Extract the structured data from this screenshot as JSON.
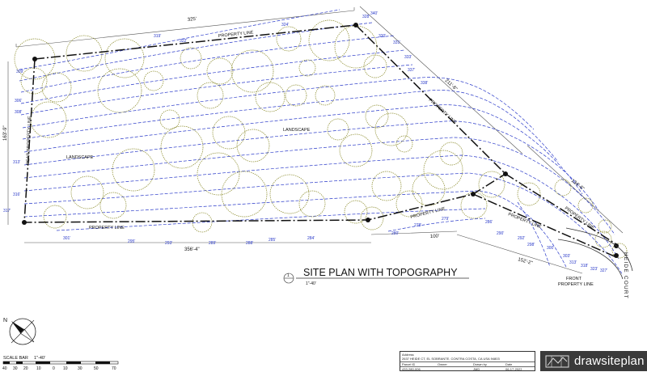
{
  "plan": {
    "dimensions": {
      "top": "325'",
      "right_upper": "211'-6\"",
      "left": "163'-9\"",
      "bottom": "356'-4\"",
      "lower_mid": "100'",
      "right_lower": "134'-6\"",
      "front": "152'-2\""
    },
    "labels": {
      "property_line": "PROPERTY LINE",
      "rear_property_line": "REAR PROPERTY LINE",
      "landscape": "LANDSCAPE",
      "front_property_line_1": "FRONT",
      "front_property_line_2": "PROPERTY LINE",
      "street": "HEIDE COURT"
    },
    "contours_top": [
      "309'",
      "306'",
      "308'",
      "313'",
      "316'",
      "317'",
      "319'",
      "322'",
      "324'",
      "328'",
      "330'",
      "331'",
      "333'",
      "337'",
      "338'",
      "340'"
    ],
    "contours_bottom": [
      "301'",
      "295'",
      "293'",
      "289'",
      "288'",
      "285'",
      "284'",
      "280'",
      "278'",
      "279'",
      "286'",
      "290'",
      "292'",
      "298'",
      "300'",
      "303'",
      "313'",
      "318'",
      "323'",
      "327'"
    ]
  },
  "title": {
    "number": "1",
    "scale": "1\"-40'",
    "text": "SITE PLAN WITH TOPOGRAPHY"
  },
  "scale_bar": {
    "label": "SCALE BAR",
    "scale": "1\"-40'",
    "ticks": [
      "40",
      "30",
      "20",
      "10",
      "0",
      "10",
      "30",
      "50",
      "70"
    ]
  },
  "title_block": {
    "address_label": "Address",
    "address": "2637 HEIDE CT, EL SOBRANTE, CONTRA COSTA, CA USA 94803",
    "parcel_label": "Parcel ID",
    "owner_label": "Owner",
    "drawn_by_label": "Drawn by",
    "date_label": "Date",
    "parcel": "433-280-006",
    "drawn_by": "JMD",
    "date": "06-17-2023"
  },
  "brand": {
    "name": "drawsiteplan"
  },
  "colors": {
    "contour": "#2a3ac9",
    "tree": "#8a8a2a",
    "line": "#111111"
  }
}
